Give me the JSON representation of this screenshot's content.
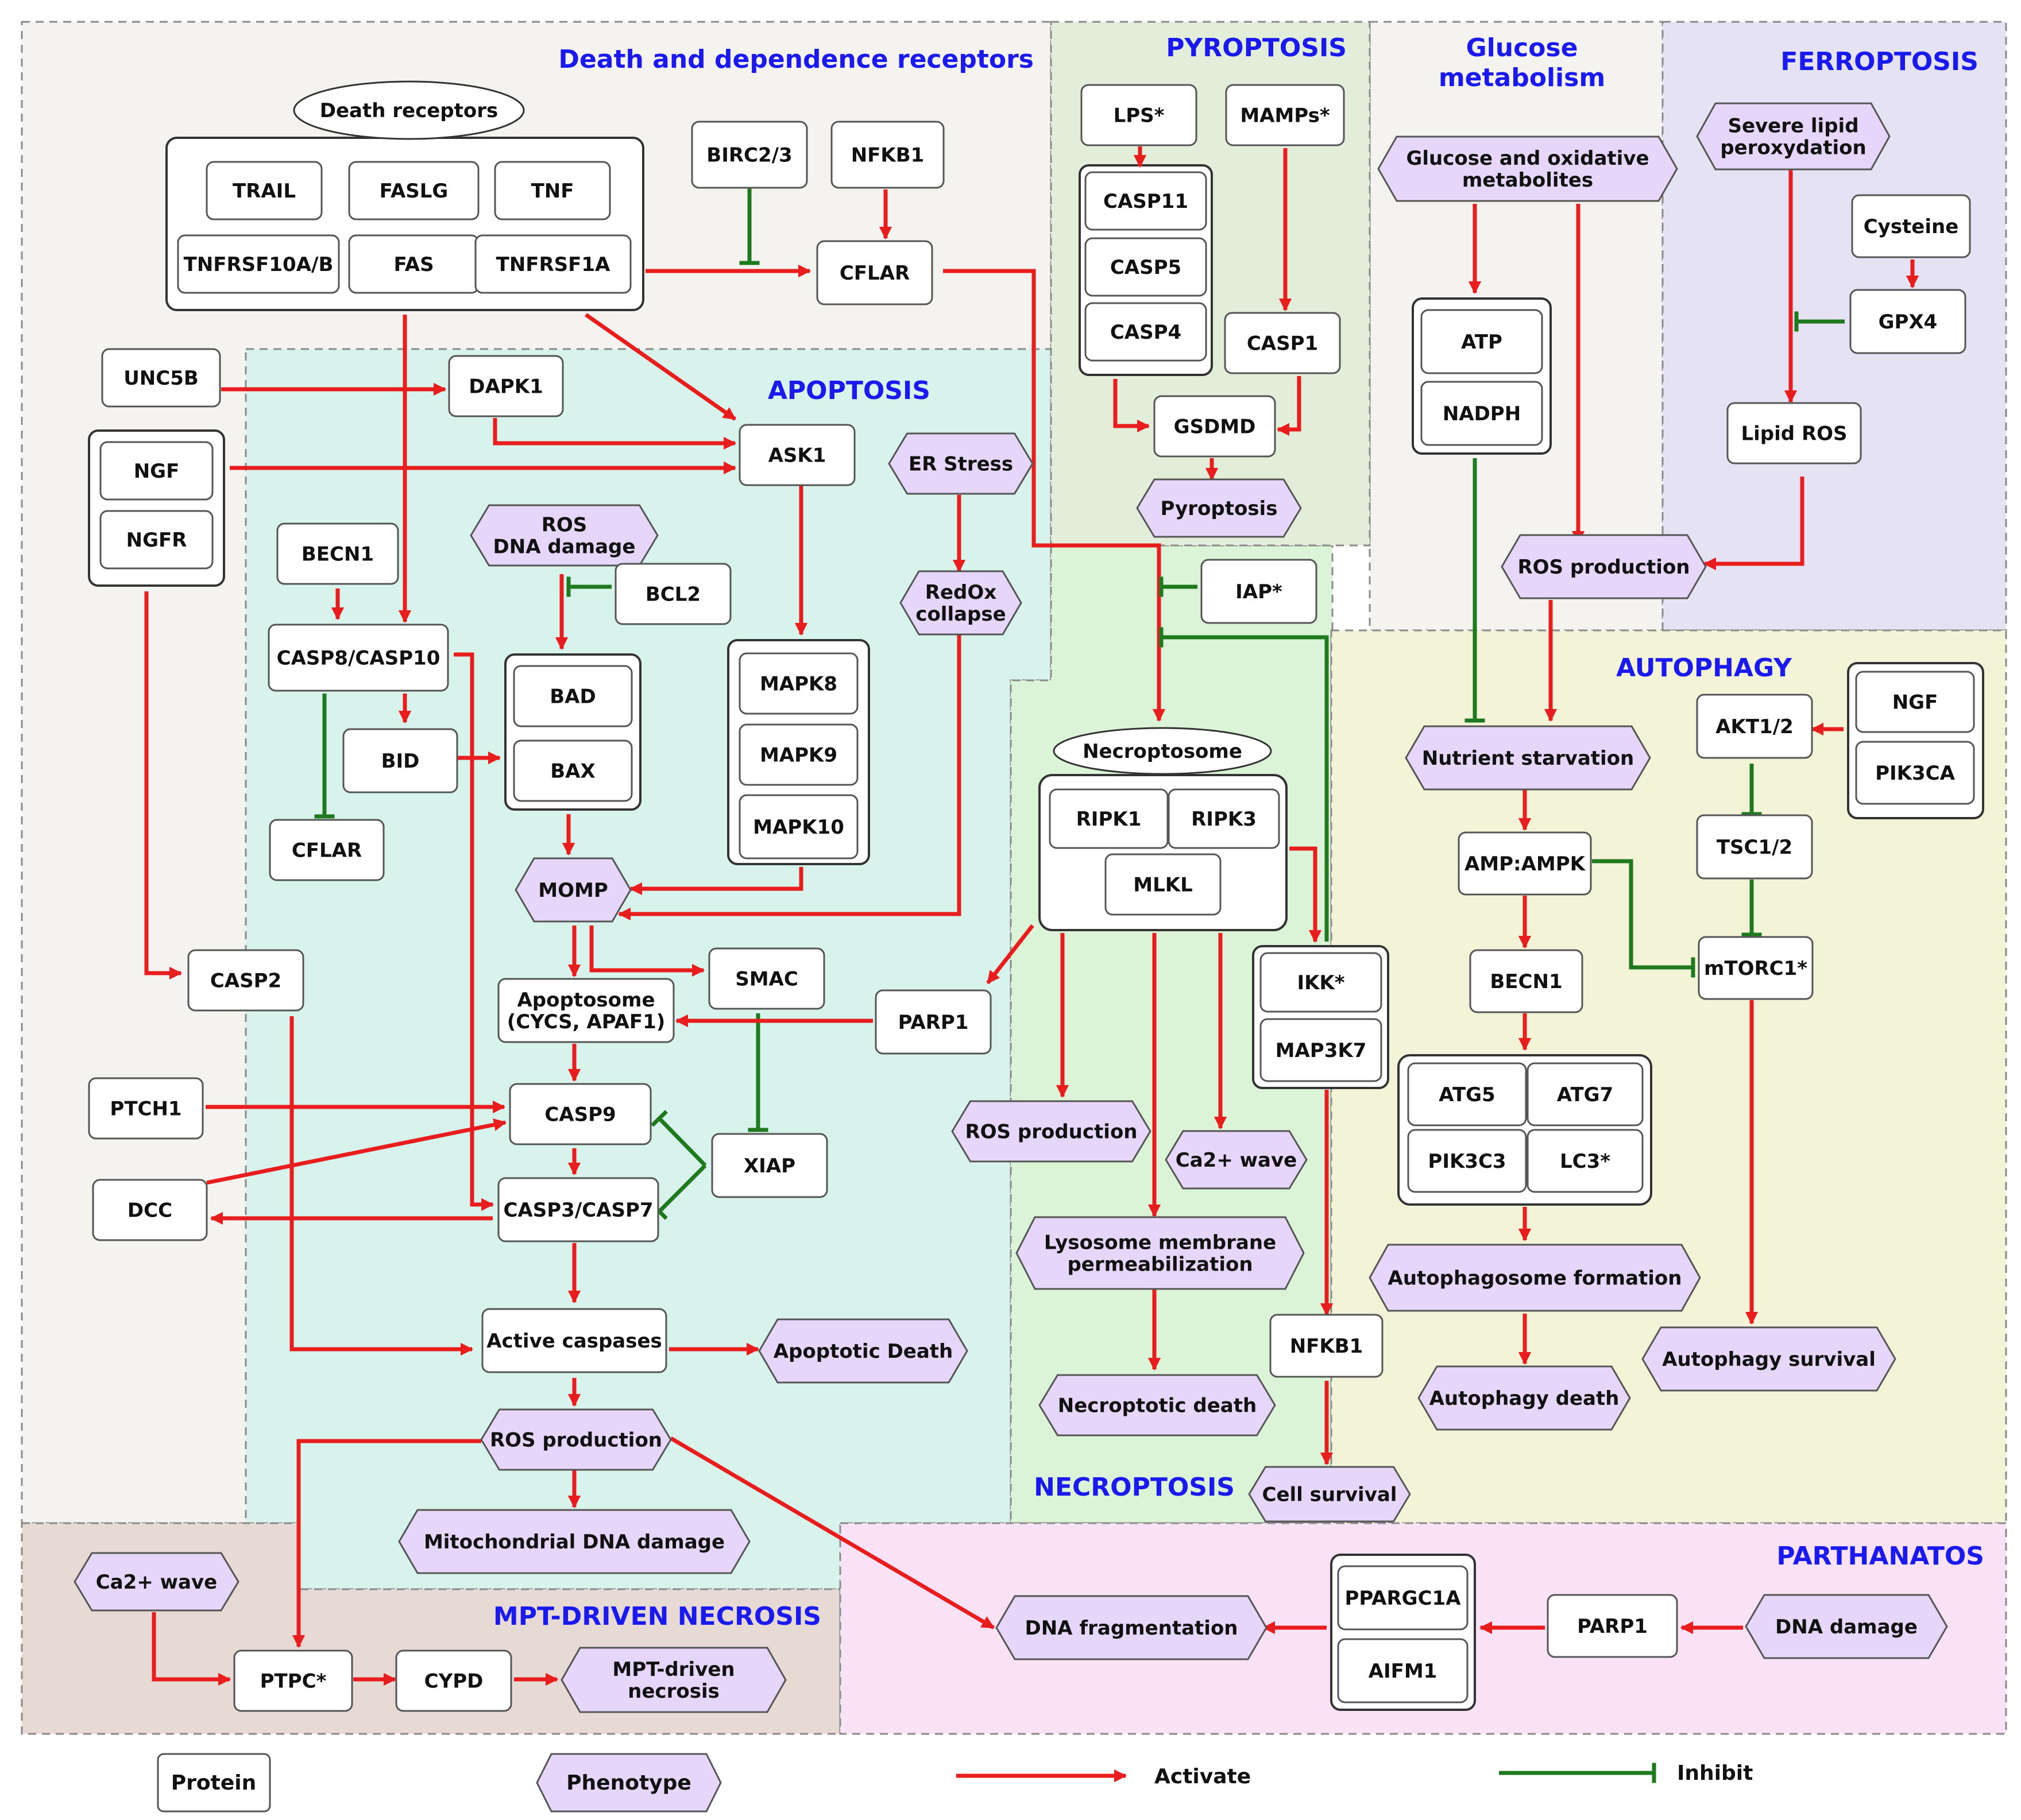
{
  "colors": {
    "activate": "#e81d1d",
    "inhibit": "#1f7a1f",
    "phenotype_fill": "#e6d6f9",
    "region_title": "#1a1aee"
  },
  "regions": [
    {
      "id": "death",
      "title": "Death and dependence receptors",
      "fill": "#f4f3ef"
    },
    {
      "id": "pyro",
      "title": "PYROPTOSIS",
      "fill": "#e2eed9"
    },
    {
      "id": "glucose",
      "title": "Glucose metabolism",
      "fill": "#f4f3ef"
    },
    {
      "id": "ferro",
      "title": "FERROPTOSIS",
      "fill": "#e4e2f3"
    },
    {
      "id": "apop",
      "title": "APOPTOSIS",
      "fill": "#d8f3ec"
    },
    {
      "id": "necro",
      "title": "NECROPTOSIS",
      "fill": "#dbf3d6"
    },
    {
      "id": "auto",
      "title": "AUTOPHAGY",
      "fill": "#f3f3d7"
    },
    {
      "id": "mpt",
      "title": "MPT-DRIVEN NECROSIS",
      "fill": "#e7d9d3"
    },
    {
      "id": "parth",
      "title": "PARTHANATOS",
      "fill": "#f9e2f6"
    }
  ],
  "nodes": [
    {
      "id": "death_receptors",
      "label": "Death receptors",
      "kind": "ellipse"
    },
    {
      "id": "trail",
      "label": "TRAIL",
      "kind": "protein"
    },
    {
      "id": "faslg",
      "label": "FASLG",
      "kind": "protein"
    },
    {
      "id": "tnf",
      "label": "TNF",
      "kind": "protein"
    },
    {
      "id": "tnfrsf10ab",
      "label": "TNFRSF10A/B",
      "kind": "protein"
    },
    {
      "id": "fas",
      "label": "FAS",
      "kind": "protein"
    },
    {
      "id": "tnfrsf1a",
      "label": "TNFRSF1A",
      "kind": "protein"
    },
    {
      "id": "birc23",
      "label": "BIRC2/3",
      "kind": "protein"
    },
    {
      "id": "nfkb1_top",
      "label": "NFKB1",
      "kind": "protein"
    },
    {
      "id": "cflar_top",
      "label": "CFLAR",
      "kind": "protein"
    },
    {
      "id": "unc5b",
      "label": "UNC5B",
      "kind": "protein"
    },
    {
      "id": "dapk1",
      "label": "DAPK1",
      "kind": "protein"
    },
    {
      "id": "ngf_left",
      "label": "NGF",
      "kind": "protein"
    },
    {
      "id": "ngfr",
      "label": "NGFR",
      "kind": "protein"
    },
    {
      "id": "ask1",
      "label": "ASK1",
      "kind": "protein"
    },
    {
      "id": "er_stress",
      "label": "ER Stress",
      "kind": "phenotype"
    },
    {
      "id": "ros_dna",
      "label": "ROS\nDNA damage",
      "kind": "phenotype"
    },
    {
      "id": "becn1_apop",
      "label": "BECN1",
      "kind": "protein"
    },
    {
      "id": "bcl2",
      "label": "BCL2",
      "kind": "protein"
    },
    {
      "id": "redox",
      "label": "RedOx\ncollapse",
      "kind": "phenotype"
    },
    {
      "id": "casp8",
      "label": "CASP8/CASP10",
      "kind": "protein"
    },
    {
      "id": "bad",
      "label": "BAD",
      "kind": "protein"
    },
    {
      "id": "bax",
      "label": "BAX",
      "kind": "protein"
    },
    {
      "id": "bid",
      "label": "BID",
      "kind": "protein"
    },
    {
      "id": "cflar_low",
      "label": "CFLAR",
      "kind": "protein"
    },
    {
      "id": "mapk8",
      "label": "MAPK8",
      "kind": "protein"
    },
    {
      "id": "mapk9",
      "label": "MAPK9",
      "kind": "protein"
    },
    {
      "id": "mapk10",
      "label": "MAPK10",
      "kind": "protein"
    },
    {
      "id": "momp",
      "label": "MOMP",
      "kind": "phenotype"
    },
    {
      "id": "casp2",
      "label": "CASP2",
      "kind": "protein"
    },
    {
      "id": "apoptosome",
      "label": "Apoptosome\n(CYCS, APAF1)",
      "kind": "protein"
    },
    {
      "id": "smac",
      "label": "SMAC",
      "kind": "protein"
    },
    {
      "id": "parp1_apop",
      "label": "PARP1",
      "kind": "protein"
    },
    {
      "id": "ptch1",
      "label": "PTCH1",
      "kind": "protein"
    },
    {
      "id": "casp9",
      "label": "CASP9",
      "kind": "protein"
    },
    {
      "id": "xiap",
      "label": "XIAP",
      "kind": "protein"
    },
    {
      "id": "dcc",
      "label": "DCC",
      "kind": "protein"
    },
    {
      "id": "casp37",
      "label": "CASP3/CASP7",
      "kind": "protein"
    },
    {
      "id": "active_casp",
      "label": "Active caspases",
      "kind": "protein"
    },
    {
      "id": "apop_death",
      "label": "Apoptotic Death",
      "kind": "phenotype"
    },
    {
      "id": "ros_apop",
      "label": "ROS production",
      "kind": "phenotype"
    },
    {
      "id": "mito_dna",
      "label": "Mitochondrial DNA damage",
      "kind": "phenotype"
    },
    {
      "id": "lps",
      "label": "LPS*",
      "kind": "protein"
    },
    {
      "id": "mamps",
      "label": "MAMPs*",
      "kind": "protein"
    },
    {
      "id": "casp11",
      "label": "CASP11",
      "kind": "protein"
    },
    {
      "id": "casp5",
      "label": "CASP5",
      "kind": "protein"
    },
    {
      "id": "casp4",
      "label": "CASP4",
      "kind": "protein"
    },
    {
      "id": "casp1",
      "label": "CASP1",
      "kind": "protein"
    },
    {
      "id": "gsdmd",
      "label": "GSDMD",
      "kind": "protein"
    },
    {
      "id": "pyroptosis",
      "label": "Pyroptosis",
      "kind": "phenotype"
    },
    {
      "id": "glu_ox",
      "label": "Glucose and oxidative\nmetabolites",
      "kind": "phenotype"
    },
    {
      "id": "atp",
      "label": "ATP",
      "kind": "protein"
    },
    {
      "id": "nadph",
      "label": "NADPH",
      "kind": "protein"
    },
    {
      "id": "lipid_perox",
      "label": "Severe lipid\nperoxydation",
      "kind": "phenotype"
    },
    {
      "id": "cysteine",
      "label": "Cysteine",
      "kind": "protein"
    },
    {
      "id": "gpx4",
      "label": "GPX4",
      "kind": "protein"
    },
    {
      "id": "lipid_ros",
      "label": "Lipid ROS",
      "kind": "protein"
    },
    {
      "id": "ros_ferro",
      "label": "ROS production",
      "kind": "phenotype"
    },
    {
      "id": "iap",
      "label": "IAP*",
      "kind": "protein"
    },
    {
      "id": "necroptosome",
      "label": "Necroptosome",
      "kind": "ellipse"
    },
    {
      "id": "ripk1",
      "label": "RIPK1",
      "kind": "protein"
    },
    {
      "id": "ripk3",
      "label": "RIPK3",
      "kind": "protein"
    },
    {
      "id": "mlkl",
      "label": "MLKL",
      "kind": "protein"
    },
    {
      "id": "ikk",
      "label": "IKK*",
      "kind": "protein"
    },
    {
      "id": "map3k7",
      "label": "MAP3K7",
      "kind": "protein"
    },
    {
      "id": "ros_necro",
      "label": "ROS production",
      "kind": "phenotype"
    },
    {
      "id": "ca_necro",
      "label": "Ca2+ wave",
      "kind": "phenotype"
    },
    {
      "id": "lyso",
      "label": "Lysosome membrane\npermeabilization",
      "kind": "phenotype"
    },
    {
      "id": "necro_death",
      "label": "Necroptotic death",
      "kind": "phenotype"
    },
    {
      "id": "nfkb1_low",
      "label": "NFKB1",
      "kind": "protein"
    },
    {
      "id": "cell_surv",
      "label": "Cell survival",
      "kind": "phenotype"
    },
    {
      "id": "nutrient",
      "label": "Nutrient starvation",
      "kind": "phenotype"
    },
    {
      "id": "ampk",
      "label": "AMP:AMPK",
      "kind": "protein"
    },
    {
      "id": "becn1_auto",
      "label": "BECN1",
      "kind": "protein"
    },
    {
      "id": "atg5",
      "label": "ATG5",
      "kind": "protein"
    },
    {
      "id": "atg7",
      "label": "ATG7",
      "kind": "protein"
    },
    {
      "id": "pik3c3",
      "label": "PIK3C3",
      "kind": "protein"
    },
    {
      "id": "lc3",
      "label": "LC3*",
      "kind": "protein"
    },
    {
      "id": "autophagosome",
      "label": "Autophagosome formation",
      "kind": "phenotype"
    },
    {
      "id": "auto_death",
      "label": "Autophagy death",
      "kind": "phenotype"
    },
    {
      "id": "akt12",
      "label": "AKT1/2",
      "kind": "protein"
    },
    {
      "id": "ngf_auto",
      "label": "NGF",
      "kind": "protein"
    },
    {
      "id": "pik3ca",
      "label": "PIK3CA",
      "kind": "protein"
    },
    {
      "id": "tsc12",
      "label": "TSC1/2",
      "kind": "protein"
    },
    {
      "id": "mtorc1",
      "label": "mTORC1*",
      "kind": "protein"
    },
    {
      "id": "auto_surv",
      "label": "Autophagy survival",
      "kind": "phenotype"
    },
    {
      "id": "ca_mpt",
      "label": "Ca2+ wave",
      "kind": "phenotype"
    },
    {
      "id": "ptpc",
      "label": "PTPC*",
      "kind": "protein"
    },
    {
      "id": "cypd",
      "label": "CYPD",
      "kind": "protein"
    },
    {
      "id": "mpt_necrosis",
      "label": "MPT-driven\nnecrosis",
      "kind": "phenotype"
    },
    {
      "id": "dna_frag",
      "label": "DNA fragmentation",
      "kind": "phenotype"
    },
    {
      "id": "ppargc1a",
      "label": "PPARGC1A",
      "kind": "protein"
    },
    {
      "id": "aifm1",
      "label": "AIFM1",
      "kind": "protein"
    },
    {
      "id": "parp1_parth",
      "label": "PARP1",
      "kind": "protein"
    },
    {
      "id": "dna_damage",
      "label": "DNA damage",
      "kind": "phenotype"
    }
  ],
  "edges": [
    {
      "from": "death_receptors",
      "to": "cflar_top",
      "type": "activate"
    },
    {
      "from": "birc23",
      "to": "cflar_top",
      "type": "inhibit"
    },
    {
      "from": "nfkb1_top",
      "to": "cflar_top",
      "type": "activate"
    },
    {
      "from": "death_receptors",
      "to": "ask1",
      "type": "activate"
    },
    {
      "from": "death_receptors",
      "to": "casp8",
      "type": "activate"
    },
    {
      "from": "cflar_top",
      "to": "necroptosome",
      "type": "activate"
    },
    {
      "from": "unc5b",
      "to": "dapk1",
      "type": "activate"
    },
    {
      "from": "dapk1",
      "to": "ask1",
      "type": "activate"
    },
    {
      "from": "ngf_left",
      "to": "ask1",
      "type": "activate"
    },
    {
      "from": "ngfr",
      "to": "casp2",
      "type": "activate"
    },
    {
      "from": "becn1_apop",
      "to": "casp8",
      "type": "activate"
    },
    {
      "from": "casp8",
      "to": "bid",
      "type": "activate"
    },
    {
      "from": "casp8",
      "to": "cflar_low",
      "type": "inhibit"
    },
    {
      "from": "casp8",
      "to": "casp37",
      "type": "activate"
    },
    {
      "from": "bid",
      "to": "bax",
      "type": "activate"
    },
    {
      "from": "ros_dna",
      "to": "bad",
      "type": "activate"
    },
    {
      "from": "bcl2",
      "to": "ros_dna",
      "type": "inhibit"
    },
    {
      "from": "bax",
      "to": "momp",
      "type": "activate"
    },
    {
      "from": "ask1",
      "to": "mapk8",
      "type": "activate"
    },
    {
      "from": "mapk10",
      "to": "momp",
      "type": "activate"
    },
    {
      "from": "er_stress",
      "to": "redox",
      "type": "activate"
    },
    {
      "from": "redox",
      "to": "momp",
      "type": "activate"
    },
    {
      "from": "momp",
      "to": "apoptosome",
      "type": "activate"
    },
    {
      "from": "momp",
      "to": "smac",
      "type": "activate"
    },
    {
      "from": "smac",
      "to": "xiap",
      "type": "inhibit"
    },
    {
      "from": "parp1_apop",
      "to": "apoptosome",
      "type": "activate"
    },
    {
      "from": "apoptosome",
      "to": "casp9",
      "type": "activate"
    },
    {
      "from": "ptch1",
      "to": "casp9",
      "type": "activate"
    },
    {
      "from": "dcc",
      "to": "casp9",
      "type": "activate"
    },
    {
      "from": "casp9",
      "to": "casp37",
      "type": "activate"
    },
    {
      "from": "xiap",
      "to": "casp9",
      "type": "inhibit"
    },
    {
      "from": "xiap",
      "to": "casp37",
      "type": "inhibit"
    },
    {
      "from": "casp37",
      "to": "dcc",
      "type": "activate"
    },
    {
      "from": "casp37",
      "to": "active_casp",
      "type": "activate"
    },
    {
      "from": "casp2",
      "to": "active_casp",
      "type": "activate"
    },
    {
      "from": "active_casp",
      "to": "apop_death",
      "type": "activate"
    },
    {
      "from": "active_casp",
      "to": "ros_apop",
      "type": "activate"
    },
    {
      "from": "ros_apop",
      "to": "mito_dna",
      "type": "activate"
    },
    {
      "from": "ros_apop",
      "to": "ptpc",
      "type": "activate"
    },
    {
      "from": "ros_apop",
      "to": "dna_frag",
      "type": "activate"
    },
    {
      "from": "lps",
      "to": "casp11",
      "type": "activate"
    },
    {
      "from": "mamps",
      "to": "casp1",
      "type": "activate"
    },
    {
      "from": "casp4",
      "to": "gsdmd",
      "type": "activate"
    },
    {
      "from": "casp1",
      "to": "gsdmd",
      "type": "activate"
    },
    {
      "from": "gsdmd",
      "to": "pyroptosis",
      "type": "activate"
    },
    {
      "from": "glu_ox",
      "to": "atp",
      "type": "activate"
    },
    {
      "from": "glu_ox",
      "to": "ros_ferro",
      "type": "activate"
    },
    {
      "from": "nadph",
      "to": "nutrient",
      "type": "inhibit"
    },
    {
      "from": "lipid_perox",
      "to": "lipid_ros",
      "type": "activate"
    },
    {
      "from": "cysteine",
      "to": "gpx4",
      "type": "activate"
    },
    {
      "from": "gpx4",
      "to": "lipid_ros",
      "type": "inhibit"
    },
    {
      "from": "lipid_ros",
      "to": "ros_ferro",
      "type": "activate"
    },
    {
      "from": "ros_ferro",
      "to": "nutrient",
      "type": "activate"
    },
    {
      "from": "iap",
      "to": "necroptosome",
      "type": "inhibit"
    },
    {
      "from": "ikk",
      "to": "necroptosome",
      "type": "inhibit"
    },
    {
      "from": "ripk1",
      "to": "parp1_apop",
      "type": "activate"
    },
    {
      "from": "necroptosome",
      "to": "ros_necro",
      "type": "activate"
    },
    {
      "from": "necroptosome",
      "to": "lyso",
      "type": "activate"
    },
    {
      "from": "necroptosome",
      "to": "ca_necro",
      "type": "activate"
    },
    {
      "from": "necroptosome",
      "to": "ikk",
      "type": "activate"
    },
    {
      "from": "lyso",
      "to": "necro_death",
      "type": "activate"
    },
    {
      "from": "map3k7",
      "to": "nfkb1_low",
      "type": "activate"
    },
    {
      "from": "nfkb1_low",
      "to": "cell_surv",
      "type": "activate"
    },
    {
      "from": "nutrient",
      "to": "ampk",
      "type": "activate"
    },
    {
      "from": "ampk",
      "to": "becn1_auto",
      "type": "activate"
    },
    {
      "from": "ampk",
      "to": "mtorc1",
      "type": "inhibit"
    },
    {
      "from": "becn1_auto",
      "to": "atg5",
      "type": "activate"
    },
    {
      "from": "pik3c3",
      "to": "autophagosome",
      "type": "activate"
    },
    {
      "from": "autophagosome",
      "to": "auto_death",
      "type": "activate"
    },
    {
      "from": "ngf_auto",
      "to": "akt12",
      "type": "activate"
    },
    {
      "from": "akt12",
      "to": "tsc12",
      "type": "inhibit"
    },
    {
      "from": "tsc12",
      "to": "mtorc1",
      "type": "inhibit"
    },
    {
      "from": "mtorc1",
      "to": "auto_surv",
      "type": "activate"
    },
    {
      "from": "ca_mpt",
      "to": "ptpc",
      "type": "activate"
    },
    {
      "from": "ptpc",
      "to": "cypd",
      "type": "activate"
    },
    {
      "from": "cypd",
      "to": "mpt_necrosis",
      "type": "activate"
    },
    {
      "from": "dna_damage",
      "to": "parp1_parth",
      "type": "activate"
    },
    {
      "from": "parp1_parth",
      "to": "ppargc1a",
      "type": "activate"
    },
    {
      "from": "aifm1",
      "to": "dna_frag",
      "type": "activate"
    }
  ],
  "legend": {
    "protein": "Protein",
    "phenotype": "Phenotype",
    "activate": "Activate",
    "inhibit": "Inhibit"
  }
}
